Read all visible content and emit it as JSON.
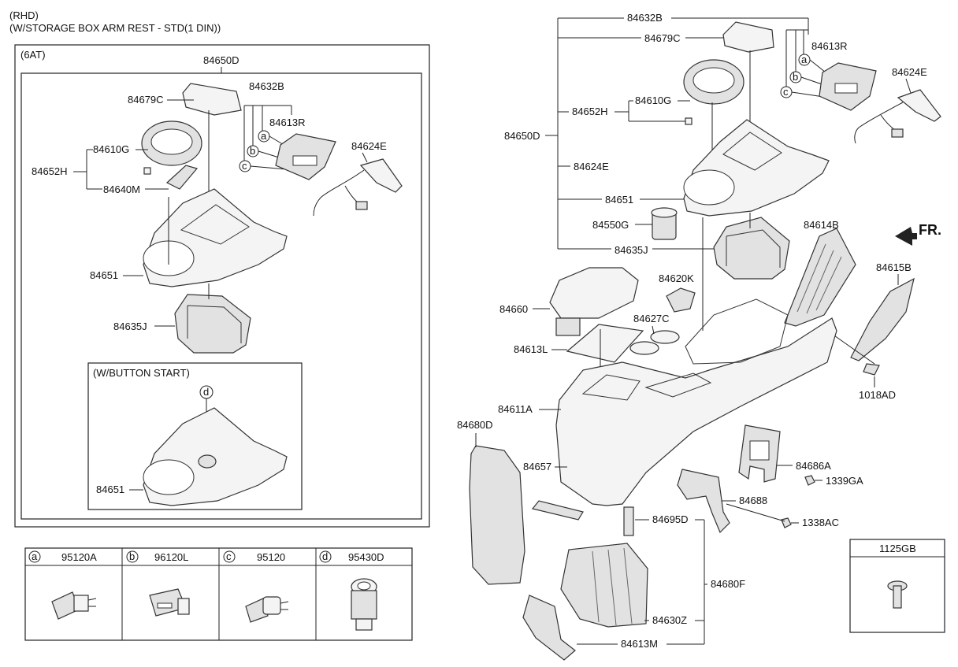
{
  "header": {
    "line1": "(RHD)",
    "line2": "(W/STORAGE BOX ARM REST - STD(1 DIN))"
  },
  "left_panel": {
    "tag": "(6AT)",
    "assembly": "84650D",
    "labels": {
      "c84632B": "84632B",
      "c84679C": "84679C",
      "c84613R": "84613R",
      "c84610G": "84610G",
      "c84652H": "84652H",
      "c84640M": "84640M",
      "c84624E": "84624E",
      "c84651": "84651",
      "c84635J": "84635J"
    },
    "letters": {
      "a": "a",
      "b": "b",
      "c": "c"
    },
    "sub_box": {
      "title": "(W/BUTTON START)",
      "letter": "d",
      "label": "84651"
    }
  },
  "legend": [
    {
      "letter": "a",
      "part": "95120A"
    },
    {
      "letter": "b",
      "part": "96120L"
    },
    {
      "letter": "c",
      "part": "95120"
    },
    {
      "letter": "d",
      "part": "95430D"
    }
  ],
  "right_panel": {
    "labels": {
      "r84632B": "84632B",
      "r84679C": "84679C",
      "r84613R": "84613R",
      "r84624E_top": "84624E",
      "r84610G": "84610G",
      "r84652H": "84652H",
      "r84650D": "84650D",
      "r84624E": "84624E",
      "r84651": "84651",
      "r84550G": "84550G",
      "r84635J": "84635J",
      "r84614B": "84614B",
      "r84615B": "84615B",
      "r84620K": "84620K",
      "r84660": "84660",
      "r84627C": "84627C",
      "r84613L": "84613L",
      "r1018AD": "1018AD",
      "r84611A": "84611A",
      "r84680D": "84680D",
      "r84657": "84657",
      "r84686A": "84686A",
      "r1339GA": "1339GA",
      "r84688": "84688",
      "r84695D": "84695D",
      "r1338AC": "1338AC",
      "r84630Z": "84630Z",
      "r84680F": "84680F",
      "r84613M": "84613M"
    },
    "letters": {
      "a": "a",
      "b": "b",
      "c": "c"
    },
    "front_marker": "FR.",
    "bolt_box": "1125GB"
  }
}
